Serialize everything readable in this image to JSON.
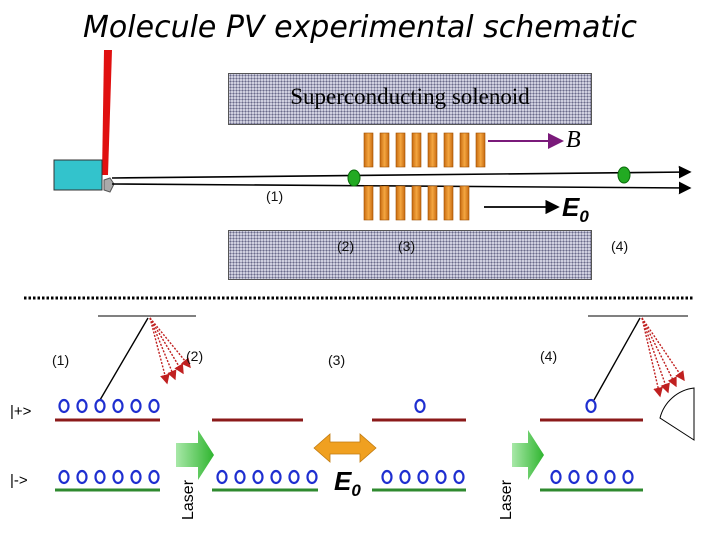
{
  "title": "Molecule PV experimental schematic",
  "solenoid_label": "Superconducting solenoid",
  "field_B": "B",
  "field_E": "E",
  "field_E_sub": "0",
  "top_regions": [
    "(1)",
    "(2)",
    "(3)",
    "(4)"
  ],
  "bottom_regions": [
    "(1)",
    "(2)",
    "(3)",
    "(4)"
  ],
  "laser_label": "Laser",
  "states": {
    "upper": "|+>",
    "lower": "|->"
  },
  "colors": {
    "plate": "#e8922e",
    "ground_level": "#2f8a2f",
    "upper_level": "#8b1a1a",
    "molecule": "#1f2fd0",
    "laser_arrow": "#3fbf3f",
    "e_arrow": "#f0a020",
    "b_arrow": "#7a1a7a",
    "marker": "#22aa22",
    "source_box": "#33c3cc"
  }
}
